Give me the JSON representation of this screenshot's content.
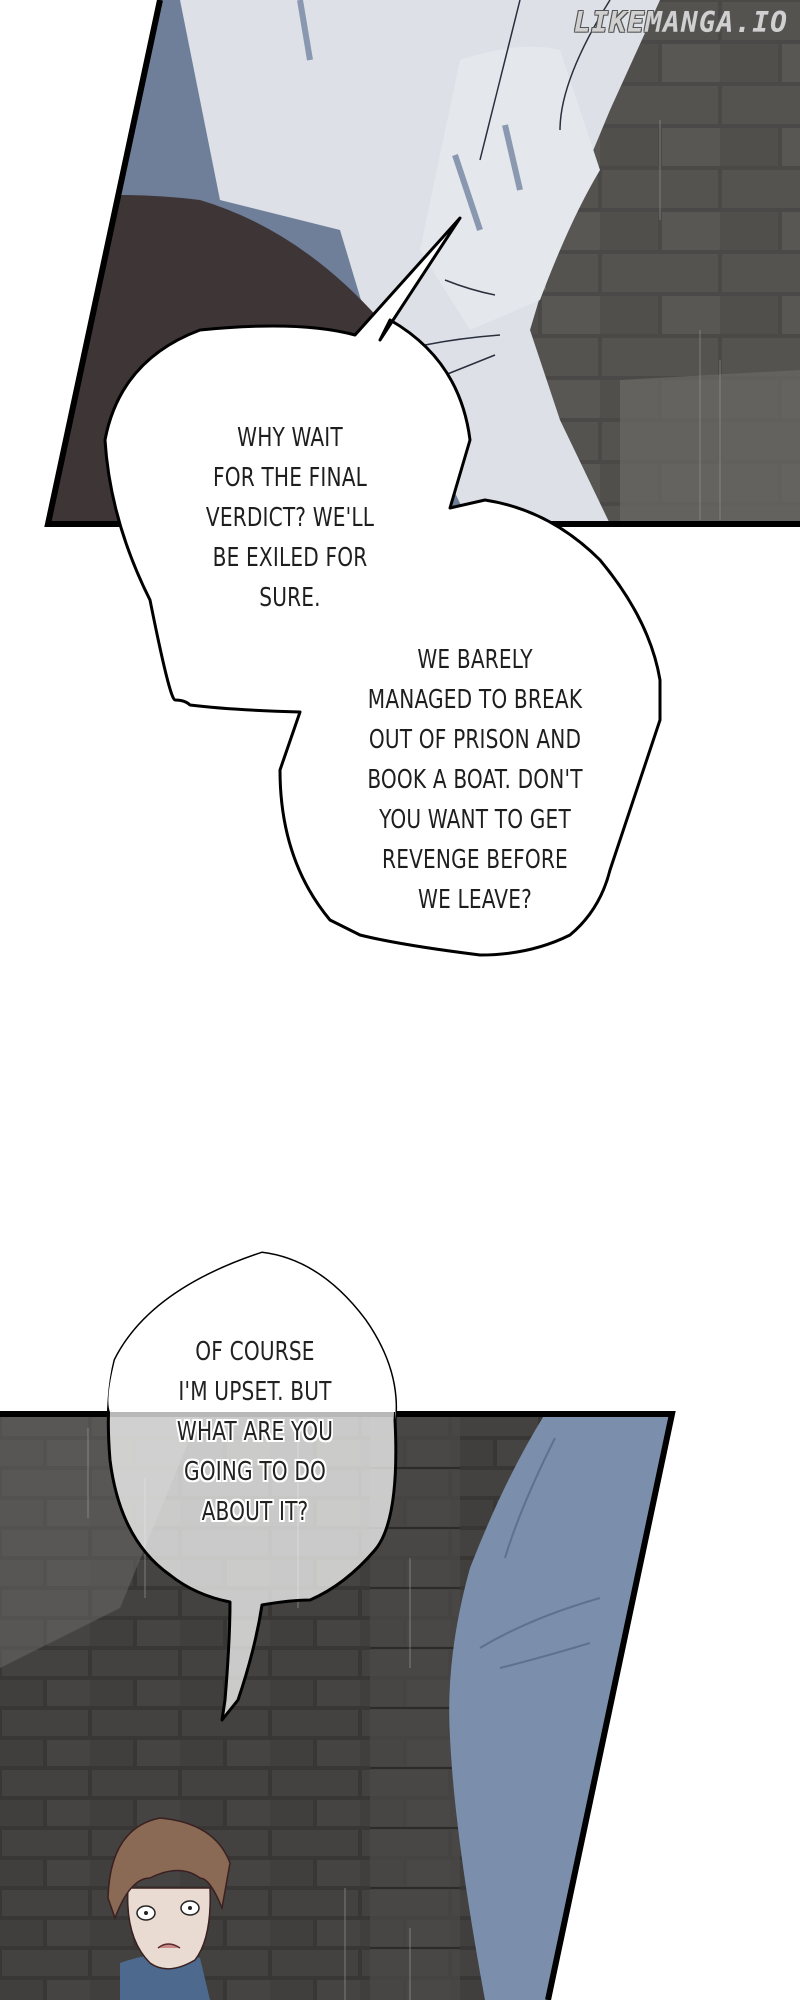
{
  "watermark": "LIKEMANGA.IO",
  "panels": [
    {
      "name": "top-panel",
      "scene": "white sleeve arm against brick wall in rain"
    },
    {
      "name": "bottom-panel",
      "scene": "dark brick wall, brown-haired man looking worried, blue sleeve in foreground"
    }
  ],
  "bubbles": [
    {
      "lines": [
        "WHY WAIT",
        "FOR THE FINAL",
        "VERDICT? WE'LL",
        "BE EXILED FOR",
        "SURE."
      ]
    },
    {
      "lines": [
        "WE BARELY",
        "MANAGED TO BREAK",
        "OUT OF PRISON AND",
        "BOOK A BOAT. DON'T",
        "YOU WANT TO GET",
        "REVENGE BEFORE",
        "WE LEAVE?"
      ]
    },
    {
      "lines": [
        "OF COURSE",
        "I'M UPSET. BUT",
        "WHAT ARE YOU",
        "GOING TO DO",
        "ABOUT IT?"
      ]
    }
  ],
  "colors": {
    "sleeve_light": "#dde1e7",
    "sleeve_shadow": "#7a8aa6",
    "dark_cloth": "#3e3537",
    "brick_dark": "#3f3e3c",
    "brick_mid": "#5a5957",
    "blue_sleeve": "#7b8fac",
    "hair": "#8a6a55"
  }
}
